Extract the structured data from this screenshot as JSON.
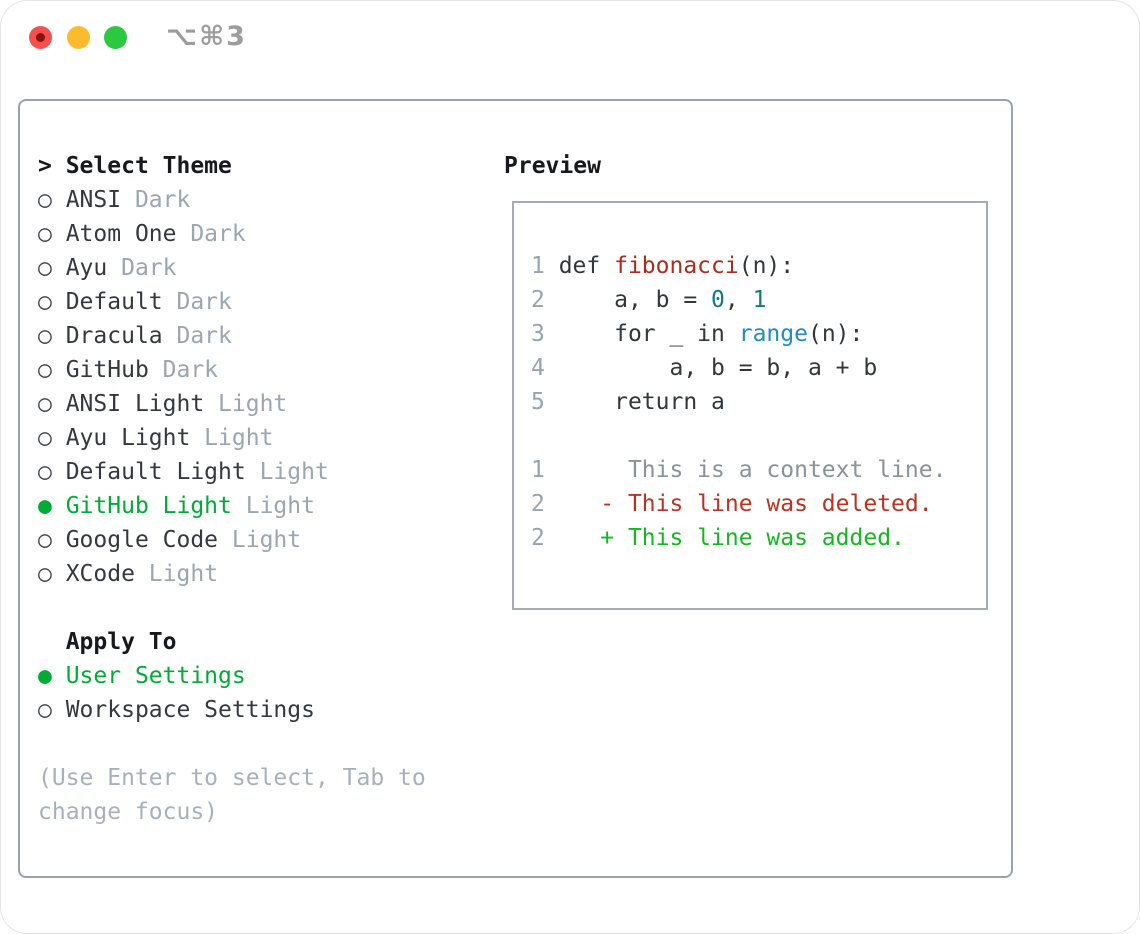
{
  "window": {
    "title": "⌥⌘3",
    "traffic_lights": [
      "close",
      "minimize",
      "zoom"
    ]
  },
  "theme_panel": {
    "header": {
      "prefix": "> ",
      "label": "Select Theme"
    },
    "bullet_selected": "●",
    "bullet_unselected": "○",
    "themes": [
      {
        "name": "ANSI",
        "tag": "Dark",
        "selected": false
      },
      {
        "name": "Atom One",
        "tag": "Dark",
        "selected": false
      },
      {
        "name": "Ayu",
        "tag": "Dark",
        "selected": false
      },
      {
        "name": "Default",
        "tag": "Dark",
        "selected": false
      },
      {
        "name": "Dracula",
        "tag": "Dark",
        "selected": false
      },
      {
        "name": "GitHub",
        "tag": "Dark",
        "selected": false
      },
      {
        "name": "ANSI Light",
        "tag": "Light",
        "selected": false
      },
      {
        "name": "Ayu Light",
        "tag": "Light",
        "selected": false
      },
      {
        "name": "Default Light",
        "tag": "Light",
        "selected": false
      },
      {
        "name": "GitHub Light",
        "tag": "Light",
        "selected": true
      },
      {
        "name": "Google Code",
        "tag": "Light",
        "selected": false
      },
      {
        "name": "XCode",
        "tag": "Light",
        "selected": false
      }
    ],
    "apply_to": {
      "header": "Apply To",
      "options": [
        {
          "name": "User Settings",
          "selected": true
        },
        {
          "name": "Workspace Settings",
          "selected": false
        }
      ]
    },
    "hint_lines": [
      "(Use Enter to select, Tab to",
      "change focus)"
    ]
  },
  "preview": {
    "title": "Preview",
    "code_lines": [
      {
        "num": "1",
        "segments": [
          [
            "code",
            "def "
          ],
          [
            "func",
            "fibonacci"
          ],
          [
            "code",
            "(n):"
          ]
        ]
      },
      {
        "num": "2",
        "segments": [
          [
            "code",
            "    a, b = "
          ],
          [
            "lit",
            "0"
          ],
          [
            "code",
            ", "
          ],
          [
            "lit",
            "1"
          ]
        ]
      },
      {
        "num": "3",
        "segments": [
          [
            "code",
            "    for _ in "
          ],
          [
            "builtin",
            "range"
          ],
          [
            "code",
            "(n):"
          ]
        ]
      },
      {
        "num": "4",
        "segments": [
          [
            "code",
            "        a, b = b, a + b"
          ]
        ]
      },
      {
        "num": "5",
        "segments": [
          [
            "code",
            "    return a"
          ]
        ]
      },
      {
        "num": "",
        "segments": []
      },
      {
        "num": "1",
        "segments": [
          [
            "ctx",
            "     This is a context line."
          ]
        ]
      },
      {
        "num": "2",
        "segments": [
          [
            "del",
            "   - This line was deleted."
          ]
        ]
      },
      {
        "num": "2",
        "segments": [
          [
            "add",
            "   + This line was added."
          ]
        ]
      }
    ]
  },
  "colors": {
    "selection_green": "#00ac35",
    "diff_added_green": "#16b81f",
    "diff_deleted_red": "#c03020",
    "function_red": "#af2b1e",
    "literal_teal": "#0d7d7c",
    "builtin_blue": "#1f8cc6",
    "tag_gray": "#9ca6b1",
    "hint_gray": "#a8b1bb",
    "panel_border": "#99a2ad",
    "traffic_red": "#f4514c",
    "traffic_yellow": "#fcba2d",
    "traffic_green": "#2bc840"
  }
}
